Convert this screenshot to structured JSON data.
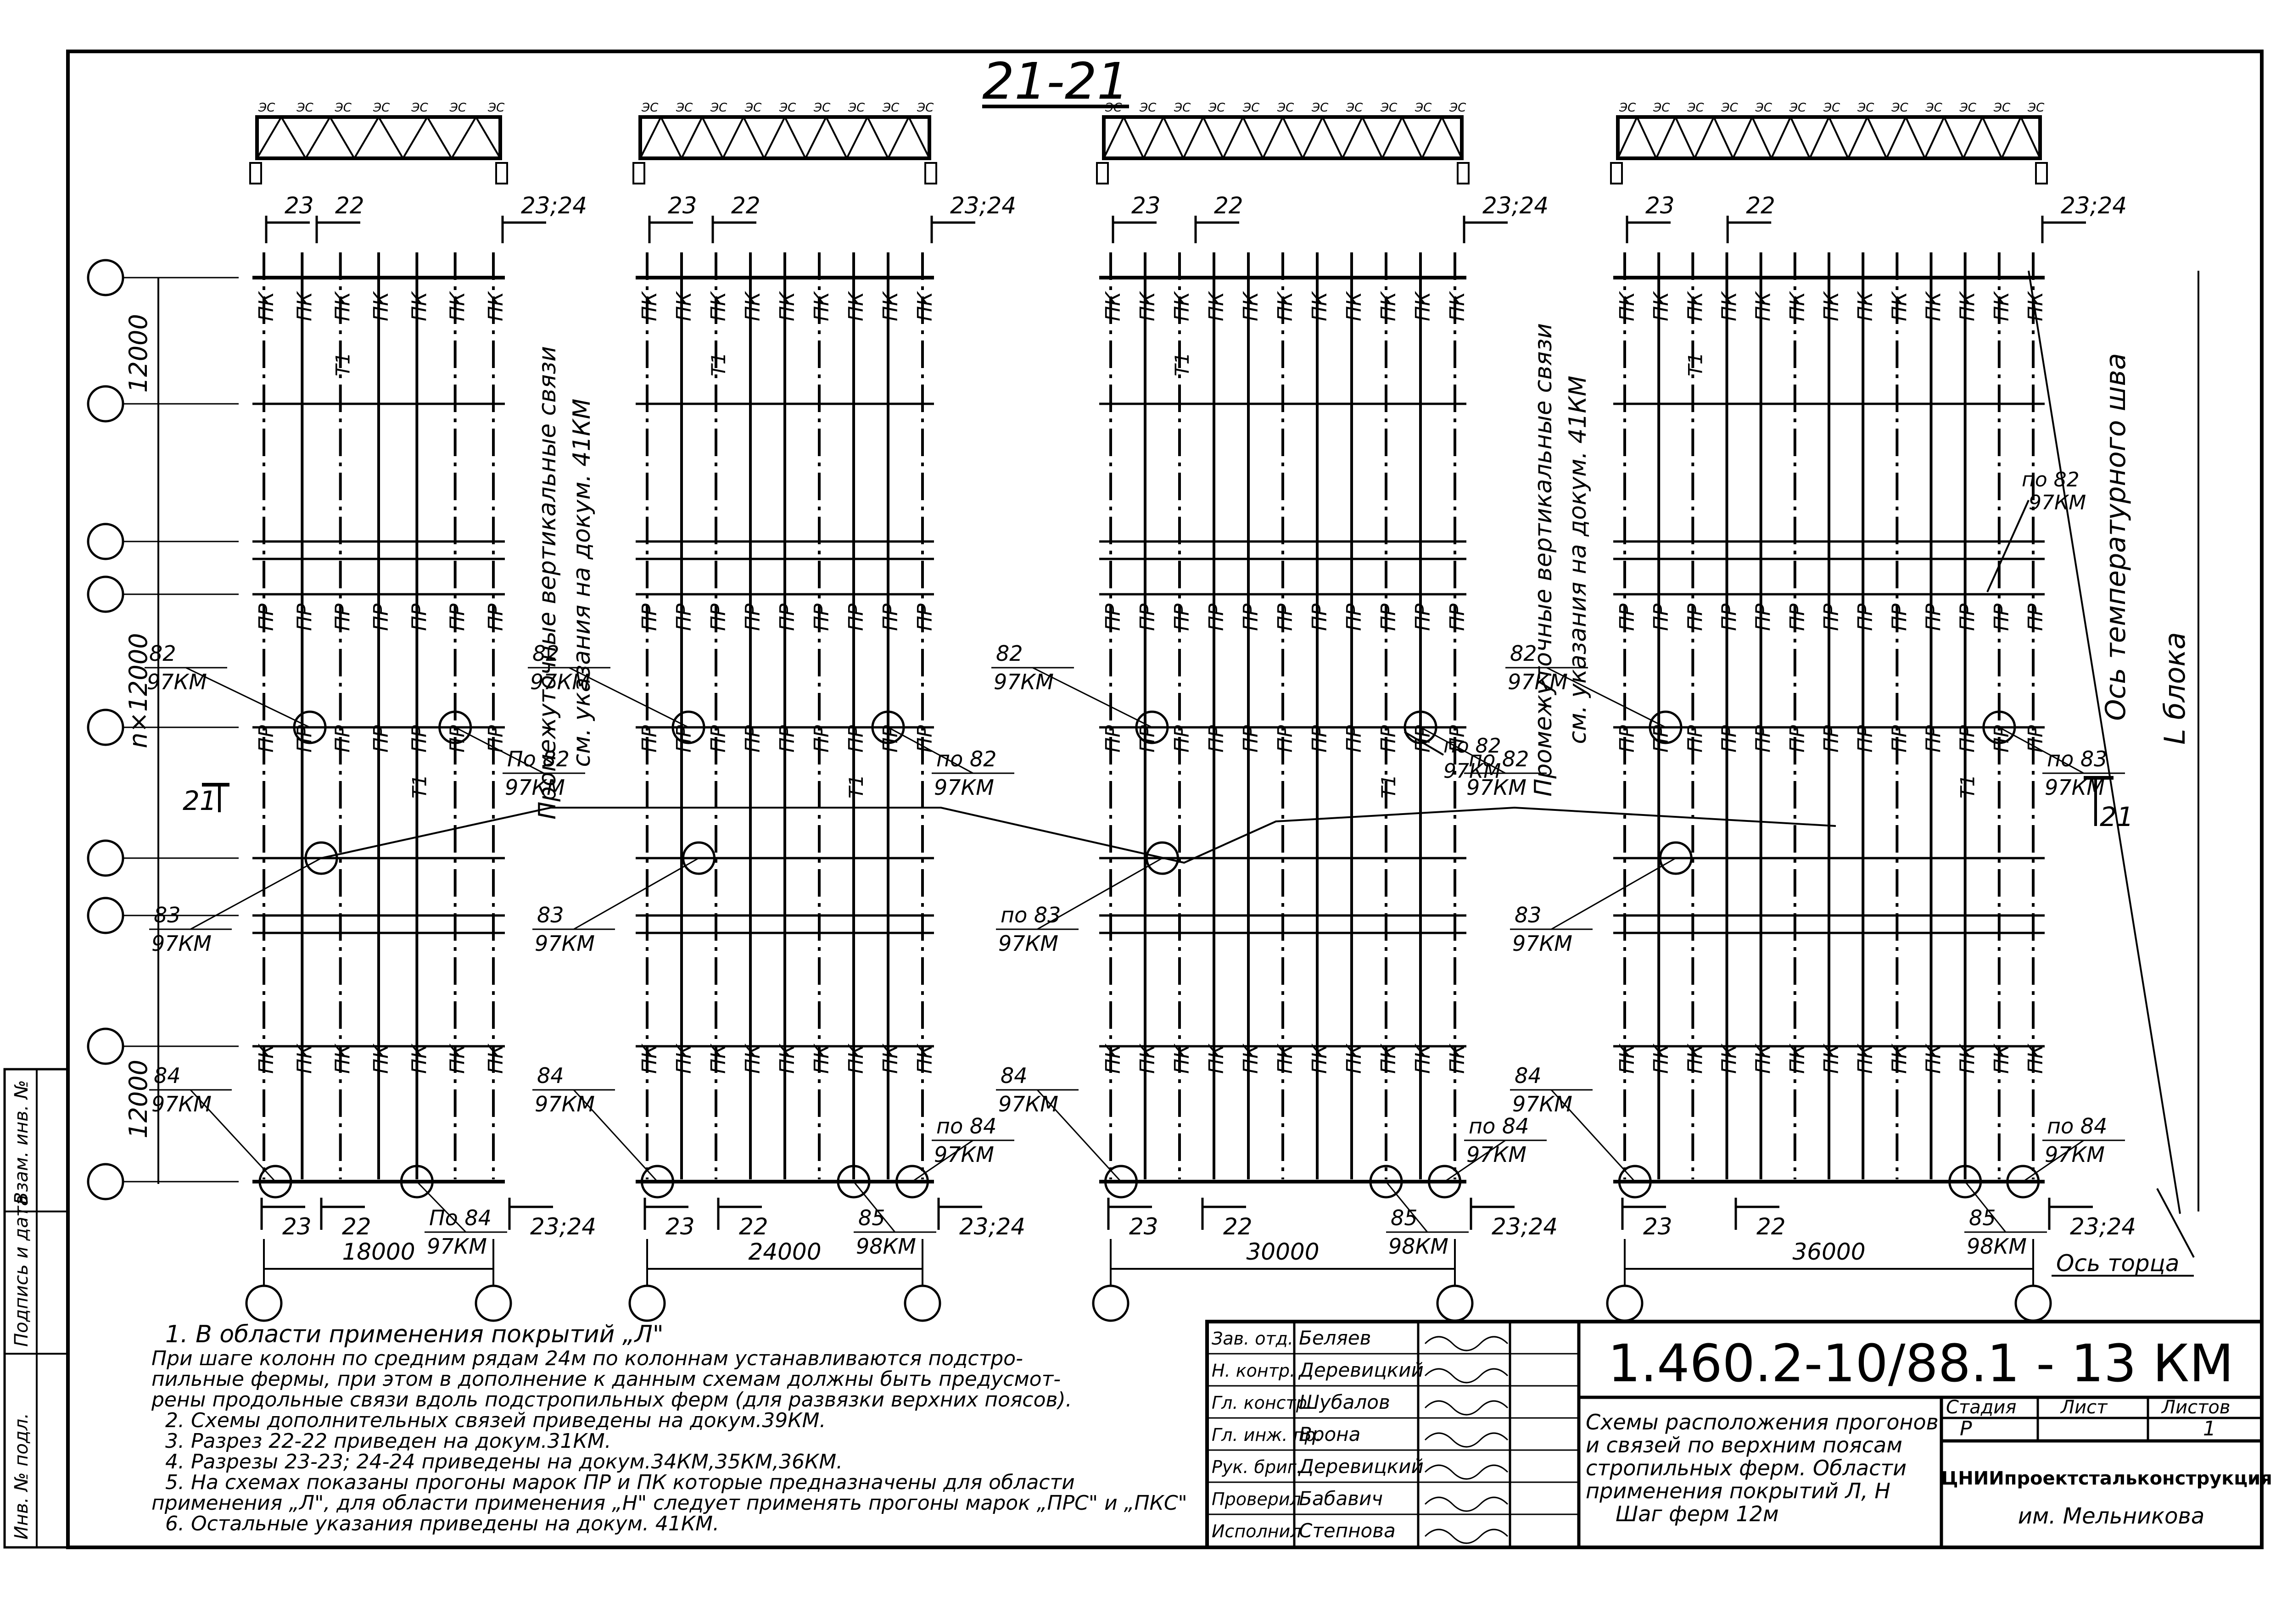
{
  "section_title": "21-21",
  "axis_labels": {
    "temperature_joint_axis": "Ось температурного шва",
    "block": "L блока",
    "end_axis": "Ось торца"
  },
  "left_dimensions": {
    "top": "12000",
    "middle": "n×12000",
    "bottom": "12000"
  },
  "section_mark_21": "21",
  "vertical_bracing_note": [
    "Промежуточные вертикальные связи",
    "см. указания на докум. 41КМ"
  ],
  "bays": [
    {
      "span": "18000",
      "top_marks": [
        "23",
        "22",
        "23;24"
      ],
      "bottom_marks": [
        "23",
        "22",
        "23;24"
      ],
      "tags_top": [
        "ПК",
        "ПК",
        "ПК",
        "ПК",
        "ПК",
        "ПК",
        "ПК"
      ],
      "tags_mid1": [
        "ПР",
        "ПР",
        "ПР",
        "ПР",
        "ПР",
        "ПР",
        "ПР"
      ],
      "tags_mid2": [
        "ПР",
        "ПР",
        "ПР",
        "ПР",
        "ПР",
        "ПР",
        "ПР"
      ],
      "tags_bot": [
        "ПК",
        "ПК",
        "ПК",
        "ПК",
        "ПК",
        "ПК",
        "ПК"
      ],
      "t1_labels": [
        "Т1",
        "Т1"
      ],
      "callouts": [
        {
          "top": "82",
          "bottom": "97КМ"
        },
        {
          "top": "По 82",
          "bottom": "97КМ"
        },
        {
          "top": "83",
          "bottom": "97КМ"
        },
        {
          "top": "84",
          "bottom": "97КМ"
        },
        {
          "top": "По 84",
          "bottom": "97КМ"
        }
      ]
    },
    {
      "span": "24000",
      "top_marks": [
        "23",
        "22",
        "23;24"
      ],
      "bottom_marks": [
        "23",
        "22",
        "23;24"
      ],
      "tags_top": [
        "ПК",
        "ПК",
        "ПК",
        "ПК",
        "ПК",
        "ПК",
        "ПК",
        "ПК",
        "ПК"
      ],
      "tags_mid1": [
        "ПР",
        "ПР",
        "ПР",
        "ПР",
        "ПР",
        "ПР",
        "ПР",
        "ПР",
        "ПР"
      ],
      "tags_mid2": [
        "ПР",
        "ПР",
        "ПР",
        "ПР",
        "ПР",
        "ПР",
        "ПР",
        "ПР",
        "ПР"
      ],
      "tags_bot": [
        "ПК",
        "ПК",
        "ПК",
        "ПК",
        "ПК",
        "ПК",
        "ПК",
        "ПК",
        "ПК"
      ],
      "t1_labels": [
        "Т1",
        "Т1"
      ],
      "callouts": [
        {
          "top": "82",
          "bottom": "97КМ"
        },
        {
          "top": "по 82",
          "bottom": "97КМ"
        },
        {
          "top": "83",
          "bottom": "97КМ"
        },
        {
          "top": "84",
          "bottom": "97КМ"
        },
        {
          "top": "85",
          "bottom": "98КМ"
        },
        {
          "top": "по 84",
          "bottom": "97КМ"
        }
      ]
    },
    {
      "span": "30000",
      "top_marks": [
        "23",
        "22",
        "23;24"
      ],
      "bottom_marks": [
        "23",
        "22",
        "23;24"
      ],
      "tags_top": [
        "ПК",
        "ПК",
        "ПК",
        "ПК",
        "ПК",
        "ПК",
        "ПК",
        "ПК",
        "ПК",
        "ПК",
        "ПК"
      ],
      "tags_mid1": [
        "ПР",
        "ПР",
        "ПР",
        "ПР",
        "ПР",
        "ПР",
        "ПР",
        "ПР",
        "ПР",
        "ПР",
        "ПР"
      ],
      "tags_mid2": [
        "ПР",
        "ПР",
        "ПР",
        "ПР",
        "ПР",
        "ПР",
        "ПР",
        "ПР",
        "ПР",
        "ПР",
        "ПР"
      ],
      "tags_bot": [
        "ПК",
        "ПК",
        "ПК",
        "ПК",
        "ПК",
        "ПК",
        "ПК",
        "ПК",
        "ПК",
        "ПК",
        "ПК"
      ],
      "t1_labels": [
        "Т1",
        "Т1"
      ],
      "callouts": [
        {
          "top": "82",
          "bottom": "97КМ"
        },
        {
          "top": "по 82",
          "bottom": "97КМ"
        },
        {
          "top": "по 83",
          "bottom": "97КМ"
        },
        {
          "top": "84",
          "bottom": "97КМ"
        },
        {
          "top": "85",
          "bottom": "98КМ"
        },
        {
          "top": "по 84",
          "bottom": "97КМ"
        }
      ]
    },
    {
      "span": "36000",
      "top_marks": [
        "23",
        "22",
        "23;24"
      ],
      "bottom_marks": [
        "23",
        "22",
        "23;24"
      ],
      "tags_top": [
        "ПК",
        "ПК",
        "ПК",
        "ПК",
        "ПК",
        "ПК",
        "ПК",
        "ПК",
        "ПК",
        "ПК",
        "ПК",
        "ПК",
        "ПК"
      ],
      "tags_mid1": [
        "ПР",
        "ПР",
        "ПР",
        "ПР",
        "ПР",
        "ПР",
        "ПР",
        "ПР",
        "ПР",
        "ПР",
        "ПР",
        "ПР",
        "ПР"
      ],
      "tags_mid2": [
        "ПР",
        "ПР",
        "ПР",
        "ПР",
        "ПР",
        "ПР",
        "ПР",
        "ПР",
        "ПР",
        "ПР",
        "ПР",
        "ПР",
        "ПР"
      ],
      "tags_bot": [
        "ПК",
        "ПК",
        "ПК",
        "ПК",
        "ПК",
        "ПК",
        "ПК",
        "ПК",
        "ПК",
        "ПК",
        "ПК",
        "ПК",
        "ПК"
      ],
      "t1_labels": [
        "Т1",
        "Т1"
      ],
      "callouts": [
        {
          "top": "82",
          "bottom": "97КМ"
        },
        {
          "top": "по 83",
          "bottom": "97КМ"
        },
        {
          "top": "83",
          "bottom": "97КМ"
        },
        {
          "top": "84",
          "bottom": "97КМ"
        },
        {
          "top": "85",
          "bottom": "98КМ"
        },
        {
          "top": "по 84",
          "bottom": "97КМ"
        }
      ]
    }
  ],
  "middle_callouts": [
    {
      "top": "по 82",
      "bottom": "97КМ"
    },
    {
      "top": "по 82",
      "bottom": "97КМ"
    }
  ],
  "notes": [
    "1. В области применения покрытий „Л\"",
    "При шаге колонн по средним рядам 24м по колоннам устанавливаются подстро-",
    "пильные фермы, при этом в дополнение к данным схемам должны быть предусмот-",
    "рены продольные связи вдоль подстропильных ферм (для развязки верхних поясов).",
    "2. Схемы дополнительных связей приведены на докум.39КМ.",
    "3. Разрез 22-22 приведен на докум.31КМ.",
    "4. Разрезы 23-23; 24-24 приведены на докум.34КМ,35КМ,36КМ.",
    "5. На схемах показаны прогоны марок ПР и ПК которые предназначены для области",
    "применения „Л\", для области применения „Н\" следует применять прогоны марок „ПРС\" и „ПКС\"",
    "6. Остальные указания приведены на докум. 41КМ."
  ],
  "left_stamp": [
    "Инв. № подл.",
    "Подпись и дата",
    "Взам. инв. №"
  ],
  "title_block": {
    "doc_number": "1.460.2-10/88.1 - 13 КМ",
    "roles": [
      "Зав. отд.",
      "Н. контр.",
      "Гл. констр.",
      "Гл. инж. пр.",
      "Рук. бриг.",
      "Проверил",
      "Исполнил"
    ],
    "names": [
      "Беляев",
      "Деревицкий",
      "Шубалов",
      "Врона",
      "Деревицкий",
      "Бабавич",
      "Степнова"
    ],
    "description": [
      "Схемы расположения прогонов",
      "и связей по верхним поясам",
      "стропильных ферм. Области",
      "применения покрытий Л, Н",
      "Шаг ферм 12м"
    ],
    "headers": [
      "Стадия",
      "Лист",
      "Листов"
    ],
    "values": [
      "Р",
      "",
      "1"
    ],
    "org": [
      "ЦНИИпроектстальконструкция",
      "им. Мельникова"
    ]
  }
}
